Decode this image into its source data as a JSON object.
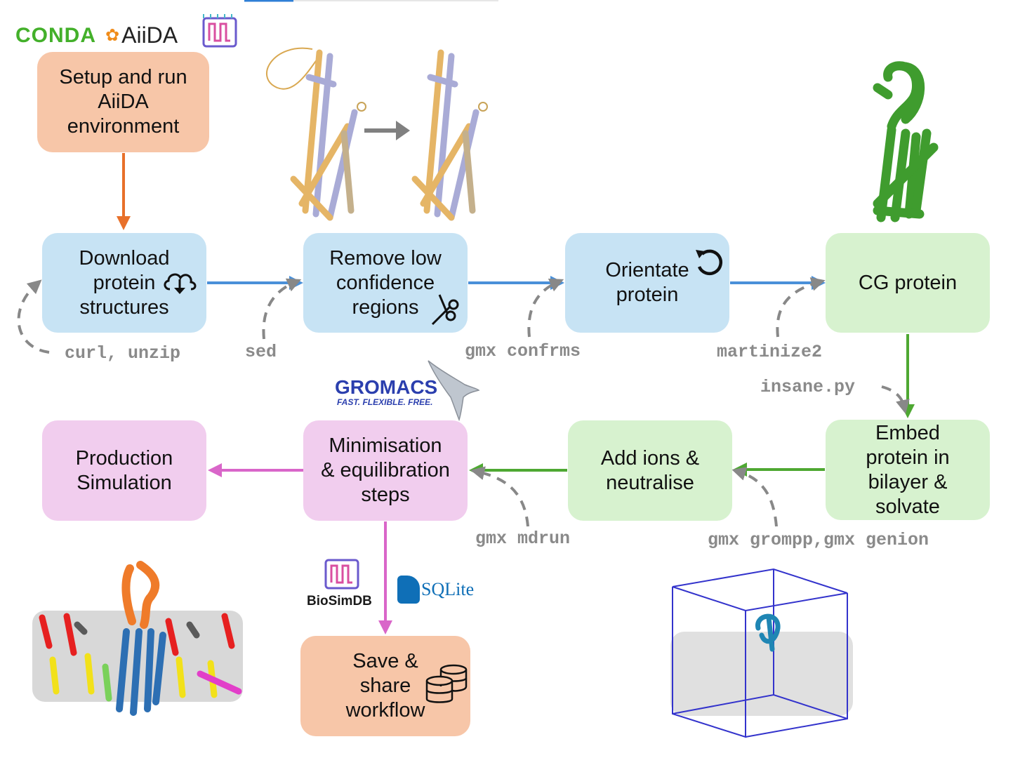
{
  "logos": {
    "conda": "CONDA",
    "aiida": "AiiDA",
    "gromacs": "GROMACS",
    "gromacs_tagline": "FAST. FLEXIBLE. FREE.",
    "biosimdb": "BioSimDB",
    "sqlite": "SQLite"
  },
  "boxes": {
    "setup": "Setup and run\nAiiDA\nenvironment",
    "download": "Download\n  protein    \nstructures",
    "remove": "Remove low\nconfidence\nregions   ",
    "orientate": "Orientate  \nprotein",
    "cg": "CG protein",
    "embed": "Embed\nprotein in\nbilayer &\nsolvate",
    "ions": "Add ions &\nneutralise",
    "minimisation": "Minimisation\n& equilibration\nsteps",
    "production": "Production\nSimulation",
    "save": "Save &\nshare    \nworkflow   "
  },
  "commands": {
    "curl": "curl, unzip",
    "sed": "sed",
    "confrms": "gmx confrms",
    "martinize": "martinize2",
    "insane": "insane.py",
    "mdrun": "gmx mdrun",
    "grompp": "gmx grompp,gmx genion"
  },
  "icons": [
    "cloud-download-icon",
    "scissors-icon",
    "rotate-icon",
    "database-icon"
  ],
  "colors": {
    "orange_arrow": "#e8702a",
    "blue_arrow": "#4a90d9",
    "green_arrow": "#4ea832",
    "pink_arrow": "#d966c9",
    "dashed": "#888888"
  }
}
